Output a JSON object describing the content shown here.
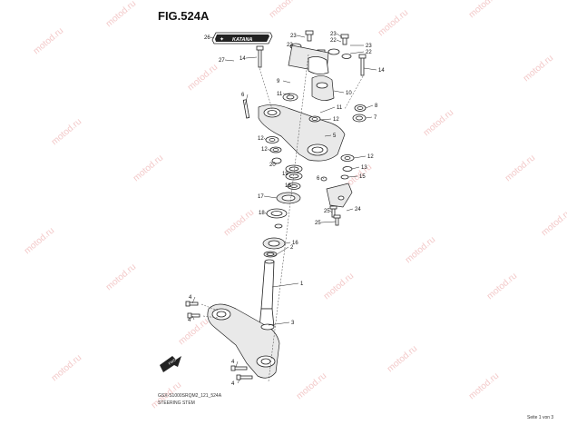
{
  "figure": {
    "title": "FIG.524A",
    "code": "GSX-S1000SRQM2_121_524A",
    "name": "STEERING STEM",
    "page": "Seite 1 von 3"
  },
  "watermark": "motod.ru",
  "badge_text": "KATANA",
  "fwd_label": "FWD",
  "callouts": [
    "26",
    "23",
    "23",
    "22",
    "22",
    "23",
    "22",
    "14",
    "27",
    "14",
    "9",
    "11",
    "10",
    "8",
    "11",
    "6",
    "12",
    "7",
    "12",
    "5",
    "12",
    "12",
    "20",
    "13",
    "15",
    "19",
    "6",
    "18",
    "17",
    "24",
    "25",
    "25",
    "18",
    "16",
    "2",
    "1",
    "4",
    "4",
    "3",
    "4",
    "4"
  ]
}
